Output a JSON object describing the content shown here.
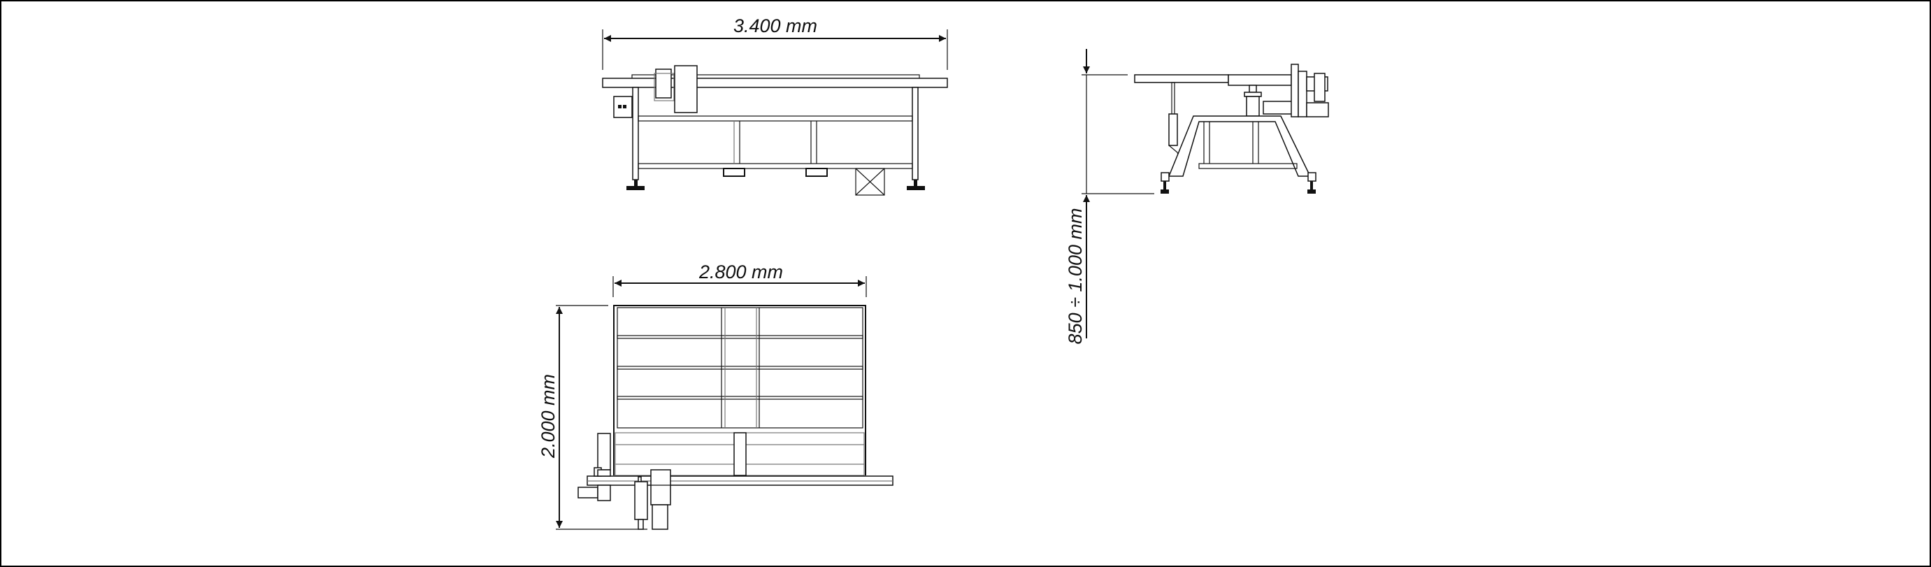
{
  "drawing": {
    "front_view": {
      "width_label": "3.400 mm"
    },
    "side_view": {
      "height_label": "850 ÷ 1.000 mm"
    },
    "top_view": {
      "width_label": "2.800 mm",
      "depth_label": "2.000 mm"
    }
  },
  "colors": {
    "line": "#111111",
    "background": "#ffffff"
  }
}
